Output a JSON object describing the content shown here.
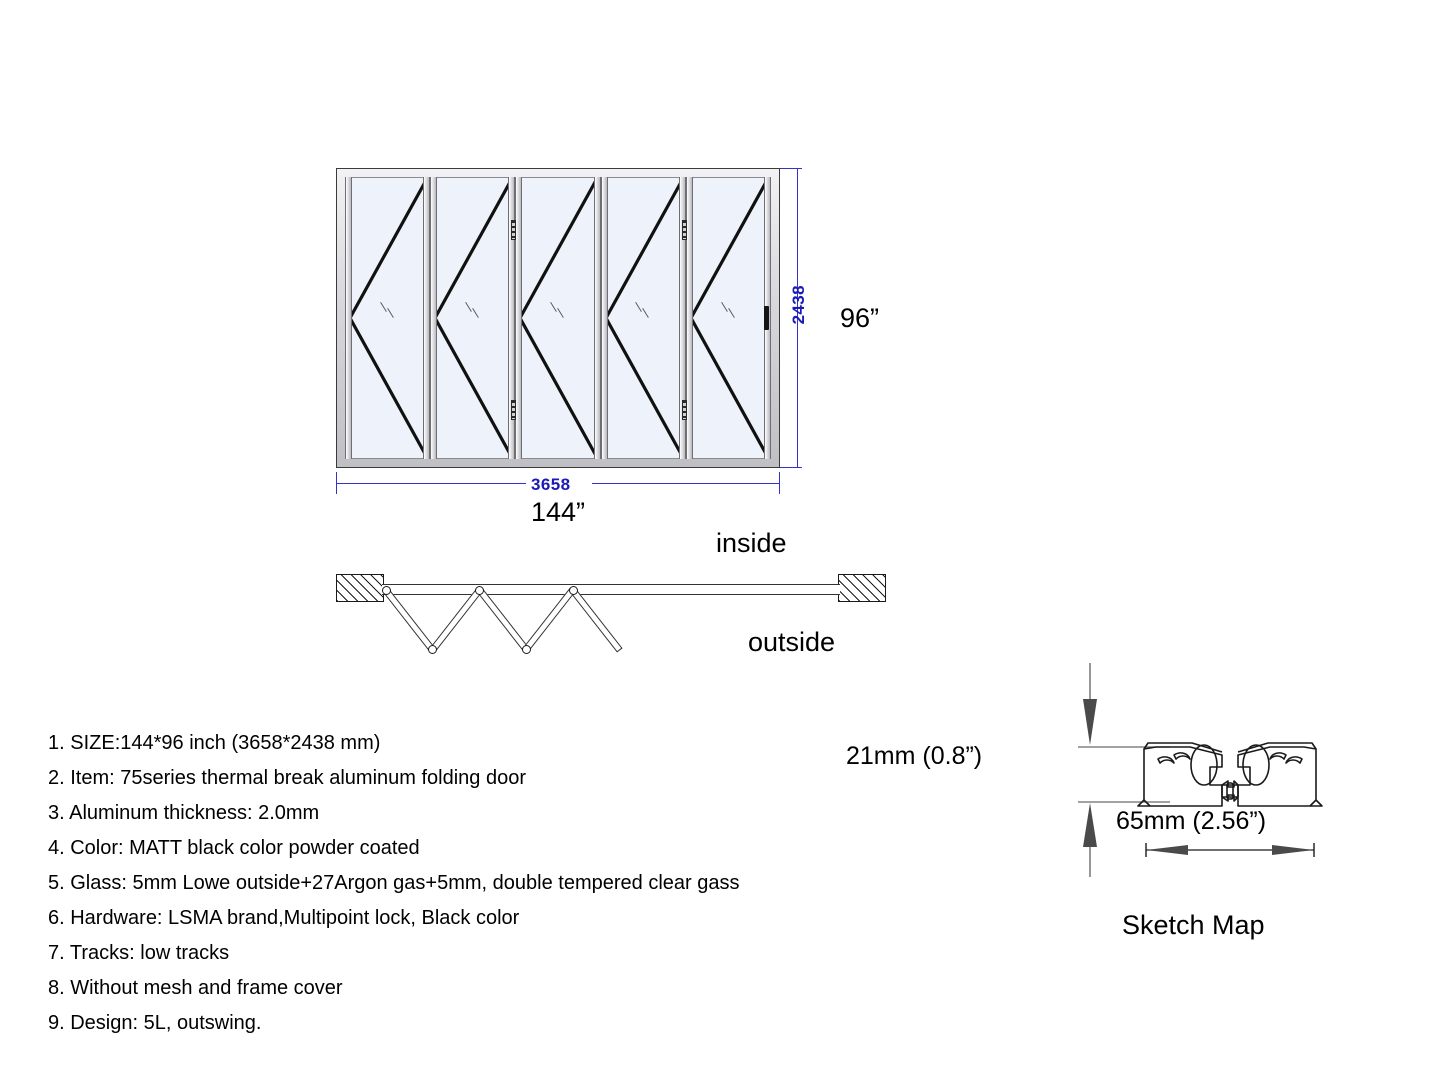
{
  "elevation": {
    "panel_count": 5,
    "width_mm_label": "3658",
    "height_mm_label": "2438",
    "width_inch_label": "144”",
    "height_inch_label": "96”",
    "dim_color": "#1a1ab8"
  },
  "plan": {
    "inside_label": "inside",
    "outside_label": "outside",
    "leaf_count": 5,
    "pivot_count": 5
  },
  "specs": {
    "items": [
      "1. SIZE:144*96 inch (3658*2438 mm)",
      "2. Item: 75series thermal break aluminum folding door",
      "3. Aluminum thickness: 2.0mm",
      "4. Color: MATT black color powder coated",
      "5. Glass: 5mm Lowe outside+27Argon gas+5mm, double tempered clear gass",
      "6. Hardware: LSMA brand,Multipoint lock, Black color",
      "7. Tracks: low tracks",
      "8. Without mesh and frame cover",
      "9. Design: 5L, outswing."
    ]
  },
  "sketch": {
    "height_label": "21mm (0.8”)",
    "width_label": "65mm (2.56”)",
    "title": "Sketch Map"
  }
}
